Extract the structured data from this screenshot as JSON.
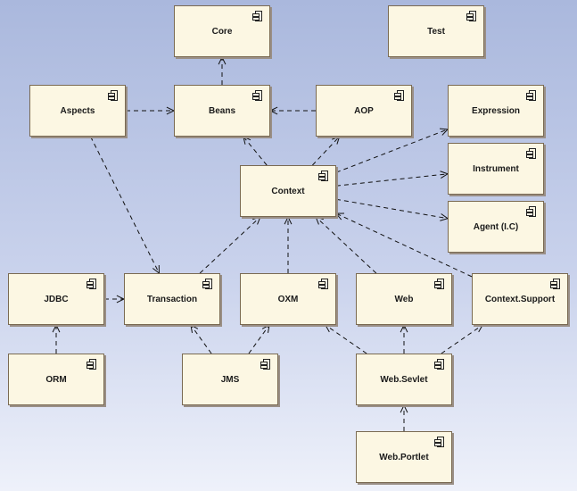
{
  "nodes": [
    {
      "id": "core",
      "label": "Core",
      "icon": "component-icon"
    },
    {
      "id": "test",
      "label": "Test",
      "icon": "component-icon"
    },
    {
      "id": "aspects",
      "label": "Aspects",
      "icon": "component-icon"
    },
    {
      "id": "beans",
      "label": "Beans",
      "icon": "component-icon"
    },
    {
      "id": "aop",
      "label": "AOP",
      "icon": "component-icon"
    },
    {
      "id": "expression",
      "label": "Expression",
      "icon": "component-icon"
    },
    {
      "id": "context",
      "label": "Context",
      "icon": "component-icon"
    },
    {
      "id": "instrument",
      "label": "Instrument",
      "icon": "component-icon"
    },
    {
      "id": "agent",
      "label": "Agent (I.C)",
      "icon": "component-icon"
    },
    {
      "id": "jdbc",
      "label": "JDBC",
      "icon": "component-icon"
    },
    {
      "id": "transaction",
      "label": "Transaction",
      "icon": "component-icon"
    },
    {
      "id": "oxm",
      "label": "OXM",
      "icon": "component-icon"
    },
    {
      "id": "web",
      "label": "Web",
      "icon": "component-icon"
    },
    {
      "id": "context_support",
      "label": "Context.Support",
      "icon": "component-icon"
    },
    {
      "id": "orm",
      "label": "ORM",
      "icon": "component-icon"
    },
    {
      "id": "jms",
      "label": "JMS",
      "icon": "component-icon"
    },
    {
      "id": "web_servlet",
      "label": "Web.Sevlet",
      "icon": "component-icon"
    },
    {
      "id": "web_portlet",
      "label": "Web.Portlet",
      "icon": "component-icon"
    }
  ],
  "dependencies": [
    {
      "from": "beans",
      "to": "core"
    },
    {
      "from": "aspects",
      "to": "beans"
    },
    {
      "from": "aop",
      "to": "beans"
    },
    {
      "from": "context",
      "to": "beans"
    },
    {
      "from": "context",
      "to": "aop"
    },
    {
      "from": "context",
      "to": "expression"
    },
    {
      "from": "context",
      "to": "instrument"
    },
    {
      "from": "context",
      "to": "agent"
    },
    {
      "from": "aspects",
      "to": "transaction"
    },
    {
      "from": "transaction",
      "to": "context"
    },
    {
      "from": "oxm",
      "to": "context"
    },
    {
      "from": "web",
      "to": "context"
    },
    {
      "from": "context_support",
      "to": "context"
    },
    {
      "from": "jdbc",
      "to": "transaction"
    },
    {
      "from": "orm",
      "to": "jdbc"
    },
    {
      "from": "jms",
      "to": "transaction"
    },
    {
      "from": "jms",
      "to": "oxm"
    },
    {
      "from": "web_servlet",
      "to": "oxm"
    },
    {
      "from": "web_servlet",
      "to": "web"
    },
    {
      "from": "web_servlet",
      "to": "context_support"
    },
    {
      "from": "web_portlet",
      "to": "web_servlet"
    }
  ]
}
